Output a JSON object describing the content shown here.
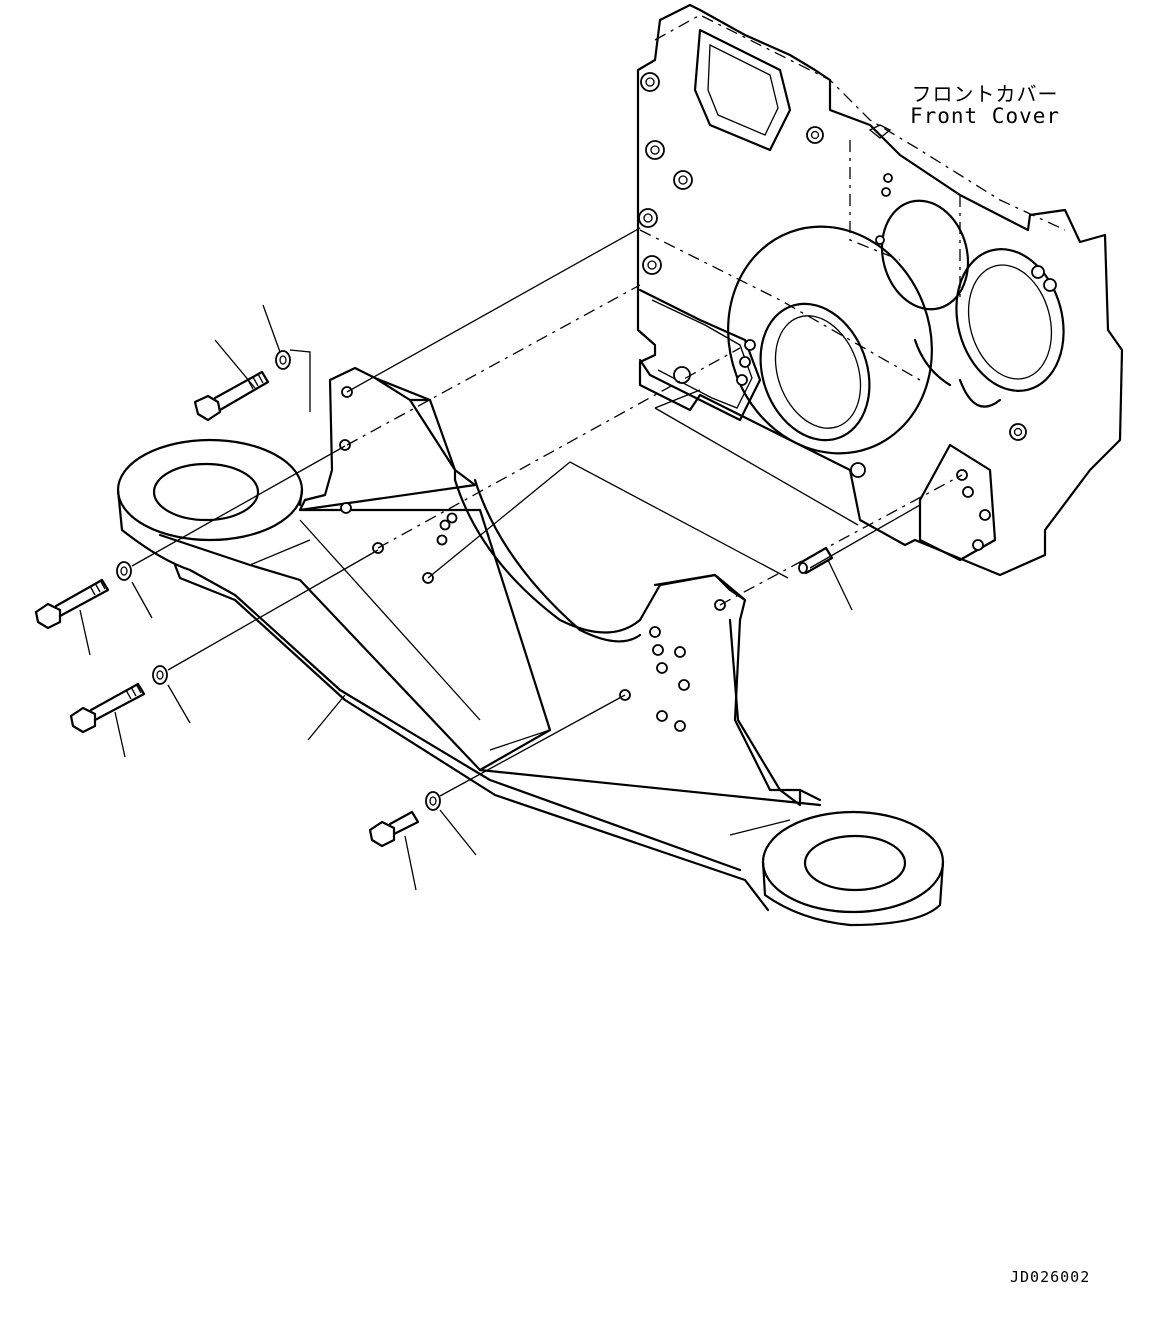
{
  "labels": {
    "front_cover_jp": "フロントカバー",
    "front_cover_en": "Front Cover",
    "drawing_code": "JD026002"
  }
}
